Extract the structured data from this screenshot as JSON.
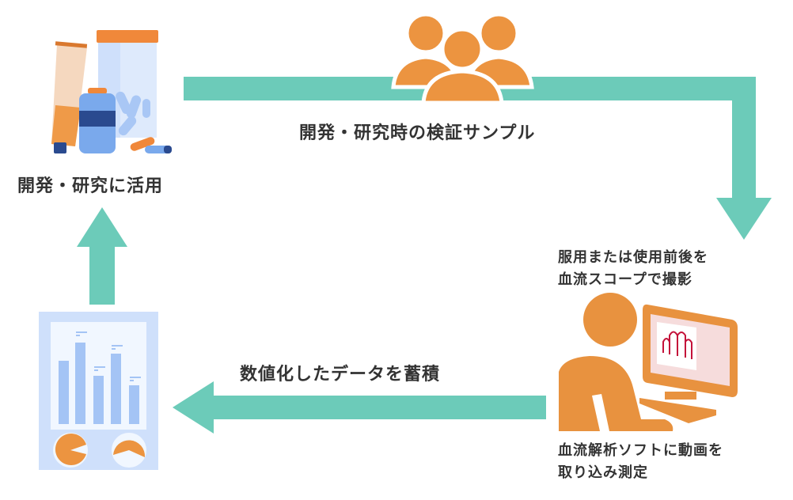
{
  "colors": {
    "teal": "#6ccbb9",
    "orange": "#ec9440",
    "blue": "#7aa9ec",
    "navy": "#2a4a8f",
    "text": "#333333"
  },
  "labels": {
    "research_use": "開発・研究に活用",
    "verification_sample": "開発・研究時の検証サンプル",
    "capture_top": [
      "服用または使用前後を",
      "血流スコープで撮影"
    ],
    "analysis_bottom": [
      "血流解析ソフトに動画を",
      "取り込み測定"
    ],
    "data_accumulate": "数値化したデータを蓄積"
  }
}
